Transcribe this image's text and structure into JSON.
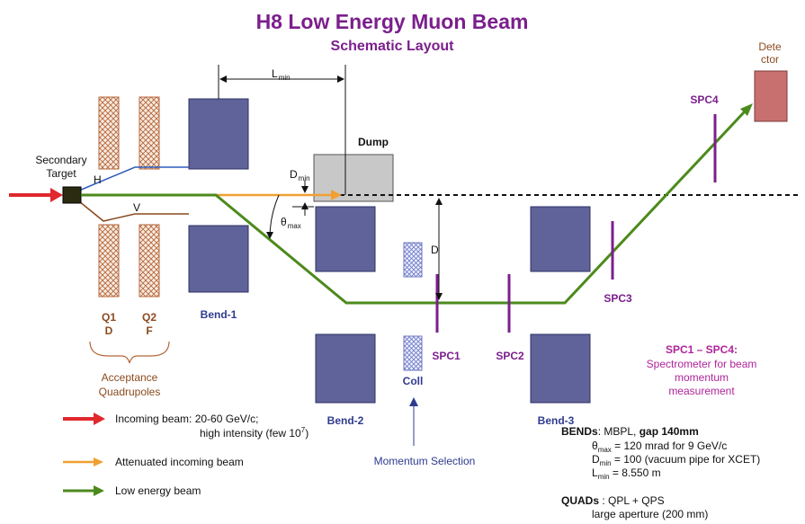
{
  "title": "H8 Low Energy Muon Beam",
  "subtitle": "Schematic Layout",
  "colors": {
    "title": "#7b1f8c",
    "magnet": "#5f6399",
    "magnet_border": "#2e3264",
    "low_energy_beam": "#4c8a1c",
    "incoming_beam": "#e0282d",
    "attenuated_beam": "#f0a030",
    "quad": "#b5663a",
    "coll": "#6c79c6",
    "dump": "#c8c8c8",
    "detector": "#c87070",
    "spc": "#7b1f8c",
    "h_track": "#2f5dbd",
    "v_track": "#8b4a1f"
  },
  "labels": {
    "detector": [
      "Dete",
      "ctor"
    ],
    "spc4": "SPC4",
    "dump": "Dump",
    "d_min_main": "D",
    "d_min_sub": "min",
    "l_min_main": "L",
    "l_min_sub": "min",
    "secondary_target": [
      "Secondary",
      "Target"
    ],
    "h": "H",
    "v": "V",
    "theta_main": "θ",
    "theta_sub": "max",
    "d": "D",
    "q1": [
      "Q1",
      "D"
    ],
    "q2": [
      "Q2",
      "F"
    ],
    "bend1": "Bend-1",
    "bend2": "Bend-2",
    "bend3": "Bend-3",
    "coll": "Coll",
    "spc1": "SPC1",
    "spc2": "SPC2",
    "spc3": "SPC3",
    "acceptance": [
      "Acceptance",
      "Quadrupoles"
    ],
    "momentum_selection": "Momentum Selection",
    "spc_note": [
      "SPC1 – SPC4:",
      "Spectrometer for beam",
      "momentum",
      "measurement"
    ]
  },
  "legend": {
    "incoming_line1": "Incoming beam: 20-60 GeV/c;",
    "incoming_line2_pre": "high intensity (few 10",
    "incoming_line2_sup": "7",
    "incoming_line2_post": ")",
    "attenuated": "Attenuated incoming beam",
    "low_energy": "Low energy beam"
  },
  "specs": {
    "bends_label": "BENDs",
    "bends_value_pre": ": MBPL, ",
    "bends_value_bold": "gap 140mm",
    "theta_main": "θ",
    "theta_sub": "max",
    "theta_value": " = 120 mrad for 9 GeV/c",
    "dmin_main": "D",
    "dmin_sub": "min",
    "dmin_value": " = 100 (vacuum pipe for XCET)",
    "lmin_main": "L",
    "lmin_sub": "min",
    "lmin_value": " = 8.550 m",
    "quads_label": "QUADs",
    "quads_value": " : QPL + QPS",
    "quads_line2": "large aperture (200 mm)"
  }
}
